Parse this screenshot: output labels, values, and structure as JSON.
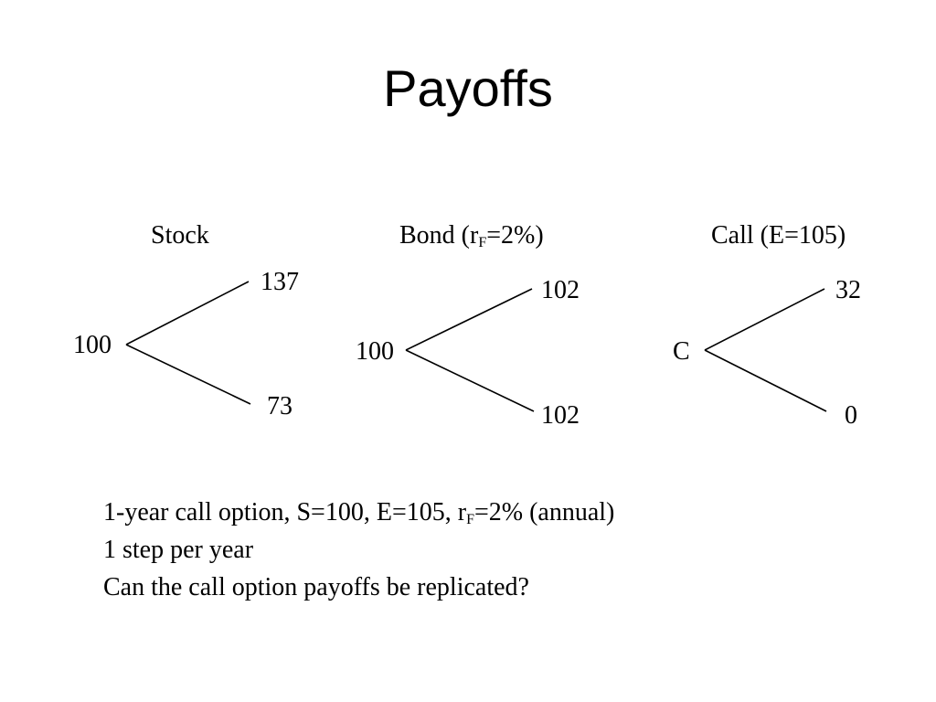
{
  "title": "Payoffs",
  "trees": {
    "stock": {
      "heading": "Stock",
      "start": "100",
      "up": "137",
      "down": "73"
    },
    "bond": {
      "heading_prefix": "Bond (r",
      "heading_sub": "F",
      "heading_suffix": "=2%)",
      "start": "100",
      "up": "102",
      "down": "102"
    },
    "call": {
      "heading": "Call (E=105)",
      "start": "C",
      "up": "32",
      "down": "0"
    }
  },
  "notes": {
    "line1_prefix": "1-year call option, S=100, E=105, r",
    "line1_sub": "F",
    "line1_suffix": "=2% (annual)",
    "line2": "1 step per year",
    "line3": "Can the call option payoffs be replicated?"
  }
}
